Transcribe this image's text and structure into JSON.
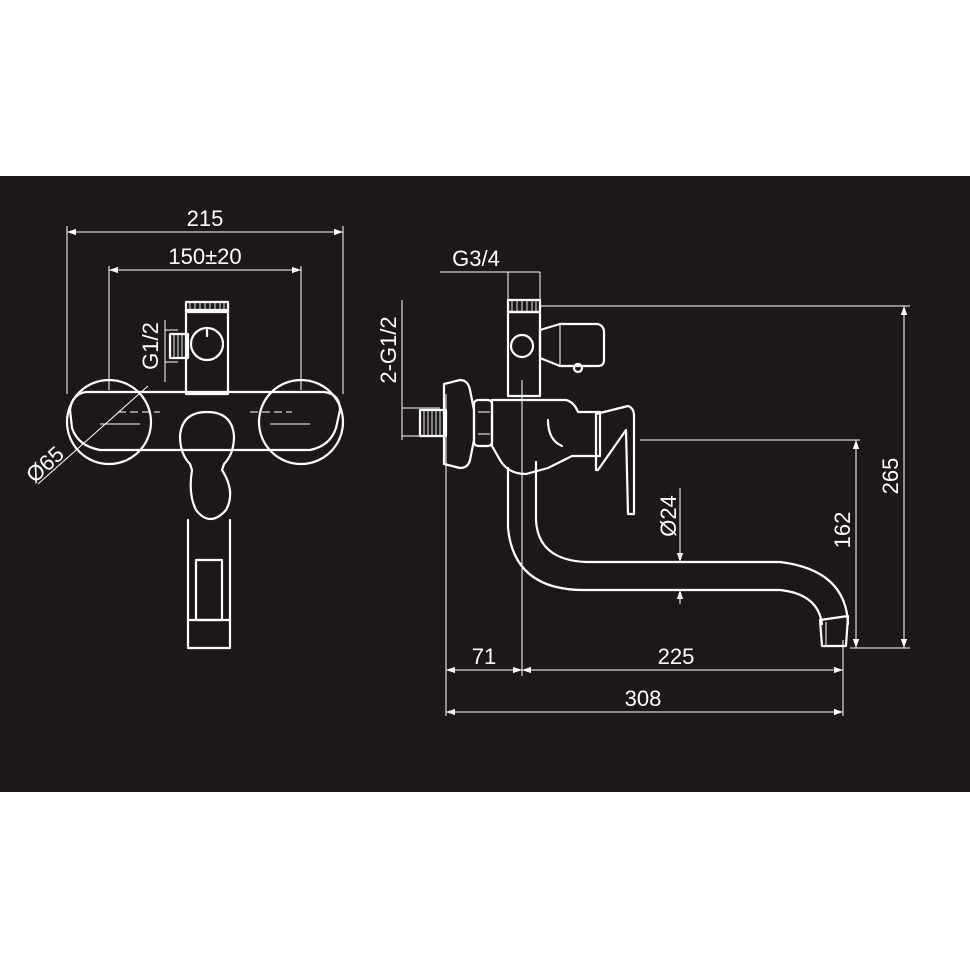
{
  "front_view": {
    "width_total": "215",
    "center_distance": "150±20",
    "inlet_thread": "G1/2",
    "flange_diameter": "Ø65"
  },
  "side_view": {
    "top_outlet_thread": "G3/4",
    "inlet_threads": "2-G1/2",
    "spout_diameter": "Ø24",
    "total_height": "265",
    "spout_height": "162",
    "wall_to_body": "71",
    "body_to_spout": "225",
    "total_reach": "308"
  },
  "colors": {
    "background": "#1c1817",
    "line": "#ffffff"
  }
}
